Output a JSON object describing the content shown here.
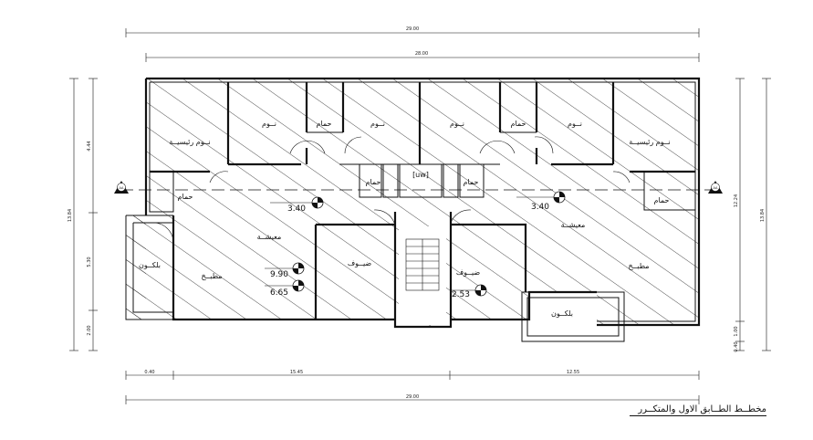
{
  "title": "مخطــط الطــابق الاول والمتكــرر",
  "dimensions": {
    "top_overall": "29.00",
    "top_inner": "28.00",
    "bottom_overall": "29.00",
    "bottom_seg_1": "0.40",
    "bottom_seg_2": "15.45",
    "bottom_seg_3": "12.55",
    "left_total": "13.84",
    "left_seg_1": "4.44",
    "left_seg_2": "5.30",
    "left_seg_3": "2.00",
    "right_total": "13.84",
    "right_seg_1": "12.24",
    "right_seg_2": "1.00",
    "right_seg_3": "0.40"
  },
  "section_marker": "AA",
  "rooms": {
    "master_bedroom_left": "نــوم رئيسيــة",
    "bedroom_left": "نــوم",
    "bathroom_left_top": "حمام",
    "bedroom_center_left": "نــوم",
    "bedroom_center_right": "نــوم",
    "bathroom_right_top": "حمام",
    "bedroom_right": "نــوم",
    "master_bedroom_right": "نــوم رئيسيــة",
    "bathroom_left_side": "حمام",
    "bathroom_center_left": "حمام",
    "elevator": "[uw]",
    "bathroom_center_right": "حمام",
    "bathroom_right_side": "حمام",
    "living_left": "معيشــة",
    "living_right": "معيشــة",
    "balcony_left": "بلكــون",
    "kitchen_left": "مطبــخ",
    "guests_left": "ضيــوف",
    "guests_right": "ضيــوف",
    "kitchen_right": "مطبــخ",
    "balcony_right": "بلكــون"
  },
  "levels": {
    "level_left_top": "3.40",
    "level_right_top": "3.40",
    "level_left_mid_1": "9.90",
    "level_left_mid_2": "6.65",
    "level_center_low": "2.53"
  }
}
